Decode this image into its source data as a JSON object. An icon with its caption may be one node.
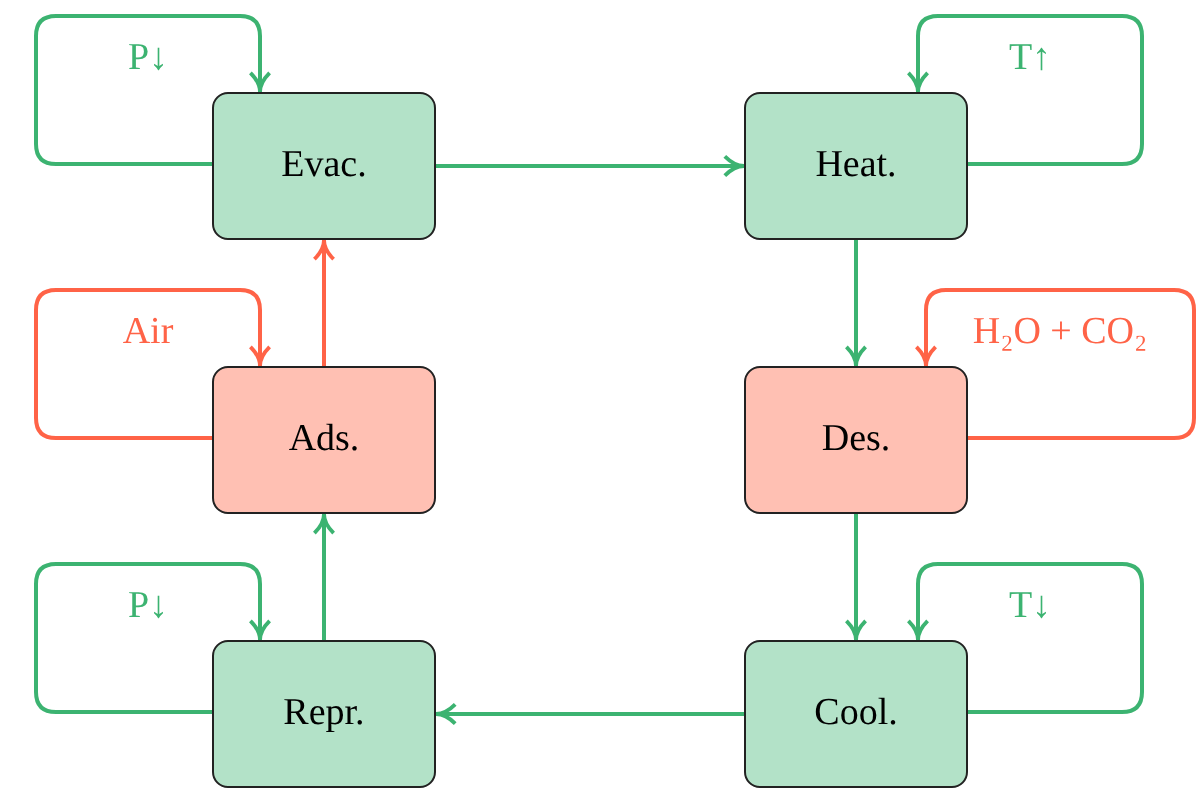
{
  "diagram": {
    "nodes": [
      {
        "text": [
          "Evac."
        ]
      },
      {
        "text": [
          "Heat."
        ]
      },
      {
        "text": [
          "Ads."
        ]
      },
      {
        "text": [
          "Des."
        ]
      },
      {
        "text": [
          "Repr."
        ]
      },
      {
        "text": [
          "Cool."
        ]
      }
    ],
    "edges": [
      {
        "from": 0,
        "to": 1,
        "arrow": "to"
      },
      {
        "from": 1,
        "to": 3,
        "arrow": "to"
      },
      {
        "from": 3,
        "to": 5,
        "arrow": "to"
      },
      {
        "from": 5,
        "to": 4,
        "arrow": "to"
      },
      {
        "from": 4,
        "to": 2,
        "arrow": "to"
      },
      {
        "from": 2,
        "to": 0,
        "arrow": "to",
        "color": "#ff6347"
      },
      {
        "from": 0,
        "to": 0,
        "arrow": "to",
        "label": "P↓"
      },
      {
        "from": 1,
        "to": 1,
        "arrow": "to",
        "label": "T↑"
      },
      {
        "from": 2,
        "to": 2,
        "arrow": "to",
        "label": "Air",
        "color": "#ff6347"
      },
      {
        "from": 3,
        "to": 3,
        "arrow": "to",
        "label": "H₂O + CO₂",
        "color": "#ff6347"
      },
      {
        "from": 4,
        "to": 4,
        "arrow": "to",
        "label": "P↓"
      },
      {
        "from": 5,
        "to": 5,
        "arrow": "to",
        "label": "T↓"
      }
    ]
  }
}
